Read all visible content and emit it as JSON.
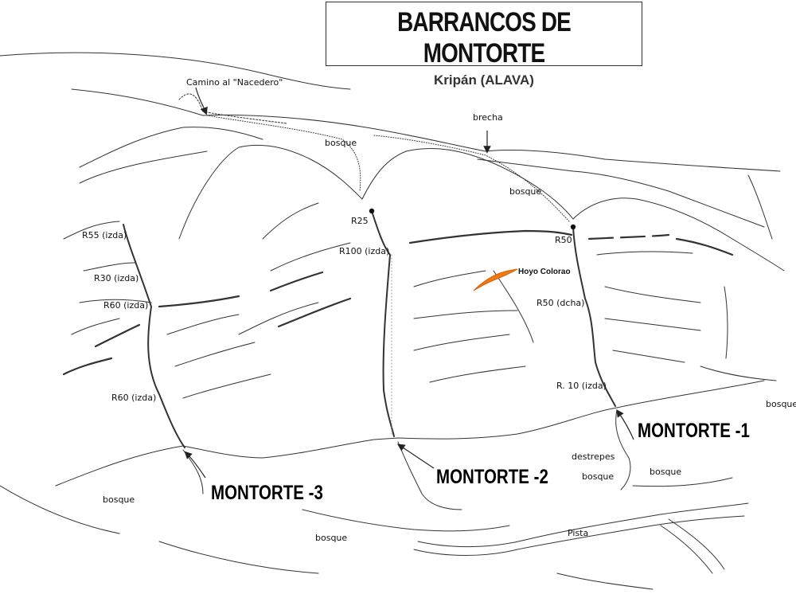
{
  "map": {
    "title": "BARRANCOS DE MONTORTE",
    "subtitle": "Kripán (ALAVA)",
    "colors": {
      "line": "#222222",
      "highlight": "#f07a1a",
      "paper": "#ffffff"
    },
    "labels": {
      "camino": "Camino al \"Nacedero\"",
      "brecha": "brecha",
      "bosque_top": "bosque",
      "bosque_right_top": "bosque",
      "bosque_far_right": "bosque",
      "bosque_bottom_right": "bosque",
      "bosque_bottom_mid": "bosque",
      "bosque_bottom_left": "bosque",
      "bosque_bottom_center": "bosque",
      "destrepes": "destrepes",
      "pista": "Pista",
      "hoyo_colorao": "Hoyo Colorao"
    },
    "rappels": {
      "r25": "R25",
      "r100": "R100 (izda)",
      "r55": "R55 (izda)",
      "r30": "R30 (izda)",
      "r60a": "R60 (izda)",
      "r60b": "R60 (izda)",
      "r50": "R50",
      "r50dcha": "R50 (dcha)",
      "r10": "R. 10 (izda)"
    },
    "canyons": {
      "montorte1": "MONTORTE -1",
      "montorte2": "MONTORTE -2",
      "montorte3": "MONTORTE -3"
    }
  }
}
